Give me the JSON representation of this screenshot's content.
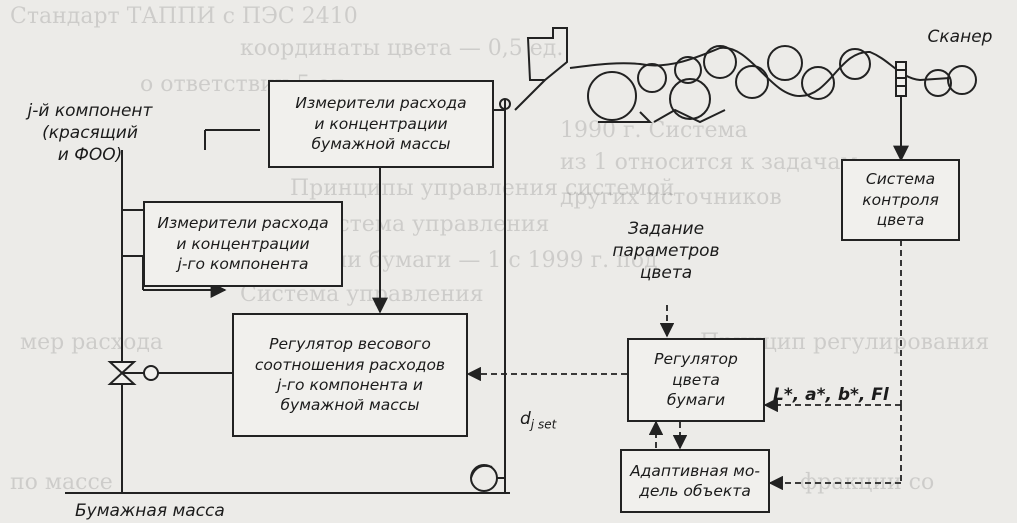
{
  "boxes": {
    "flow_meters_pulp": "Измерители расхода\nи концентрации\nбумажной массы",
    "flow_meters_component": "Измерители расхода\nи концентрации\nj-го компонента",
    "ratio_regulator": "Регулятор весового\nсоотношения расходов\nj-го компонента и\nбумажной массы",
    "color_regulator": "Регулятор\nцвета\nбумаги",
    "adaptive_model": "Адаптивная мо-\nдель объекта",
    "color_control_system": "Система\nконтроля\nцвета"
  },
  "labels": {
    "component": "j-й компонент\n(красящий\nи ФОО)",
    "scanner": "Сканер",
    "color_setpoint": "Задание\nпараметров\nцвета",
    "d_j_set_main": "d",
    "d_j_set_sub": "j set",
    "lab_values": "L*, a*, b*, Fl",
    "pulp": "Бумажная масса"
  },
  "background_text": [
    "Стандарт ТАППИ с ПЭС 2410",
    "координаты цвета — 0,5 ед.",
    "о ответствии 5 ед.",
    "Принципы управления системой",
    "конец Система управления",
    "ми бумаги — 1 с 1999 г. под",
    "Система управления",
    "мер расхода",
    "по массе",
    "1990 г. Система",
    "из 1 относится к задачам",
    "других источников",
    "Принцип регулирования",
    "фракции со"
  ]
}
